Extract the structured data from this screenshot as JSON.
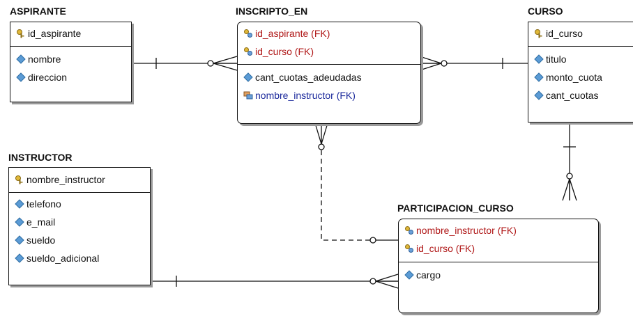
{
  "entities": {
    "aspirante": {
      "title": "ASPIRANTE",
      "pk": [
        "id_aspirante"
      ],
      "attrs": [
        "nombre",
        "direccion"
      ]
    },
    "inscripto_en": {
      "title": "INSCRIPTO_EN",
      "pk": [
        "id_aspirante (FK)",
        "id_curso (FK)"
      ],
      "attrs": [
        "cant_cuotas_adeudadas",
        "nombre_instructor (FK)"
      ]
    },
    "curso": {
      "title": "CURSO",
      "pk": [
        "id_curso"
      ],
      "attrs": [
        "titulo",
        "monto_cuota",
        "cant_cuotas"
      ]
    },
    "instructor": {
      "title": "INSTRUCTOR",
      "pk": [
        "nombre_instructor"
      ],
      "attrs": [
        "telefono",
        "e_mail",
        "sueldo",
        "sueldo_adicional"
      ]
    },
    "participacion_curso": {
      "title": "PARTICIPACION_CURSO",
      "pk": [
        "nombre_instructor (FK)",
        "id_curso (FK)"
      ],
      "attrs": [
        "cargo"
      ]
    }
  },
  "icons": {
    "primary_key": "key-icon",
    "foreign_key_pk": "foreign-key-icon",
    "attribute": "attribute-diamond-icon",
    "foreign_key_attr": "nonkey-foreign-key-icon"
  },
  "colors": {
    "fk_text": "#b01818",
    "nonkey_fk_text": "#1c2a9c",
    "diamond": "#5b9bd5",
    "key": "#c9a227"
  }
}
